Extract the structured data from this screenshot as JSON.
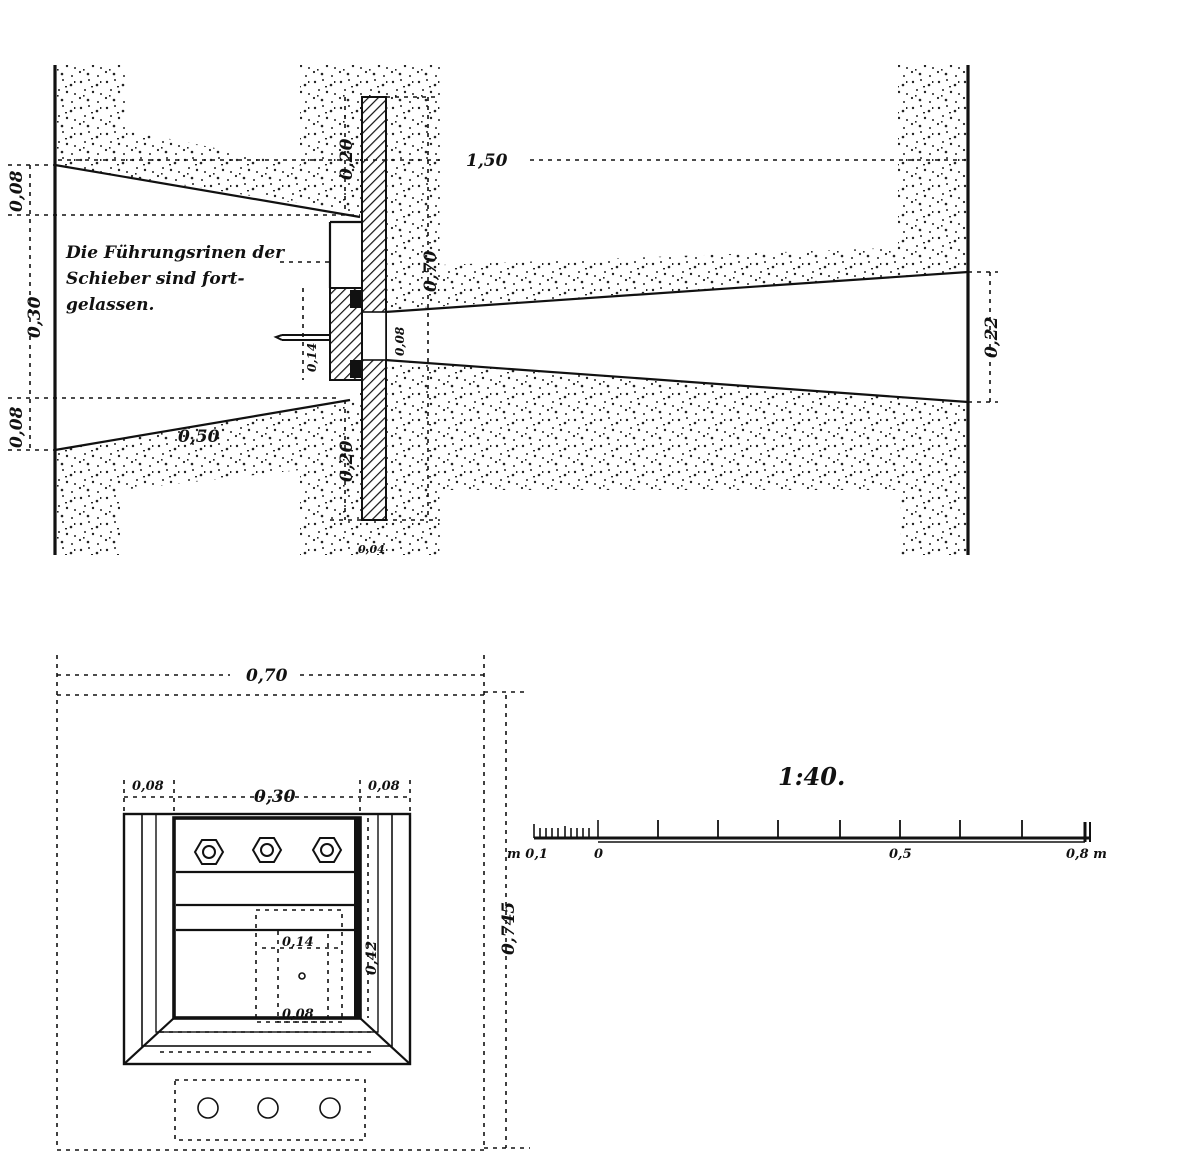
{
  "elevation": {
    "dimensions": {
      "total_length": "1,50",
      "top_offset": "0,08",
      "opening_height": "0,30",
      "bottom_offset": "0,08",
      "bottom_length": "0,50",
      "upper_plate": "0,20",
      "plate_height": "0,70",
      "slot": "0,08",
      "lower_plate": "0,20",
      "plate_thickness": "0,04",
      "block_height": "0,14",
      "right_outlet": "0,22"
    },
    "note_lines": [
      "Die Führungsrinen der",
      "Schieber sind fort-",
      "gelassen."
    ]
  },
  "plan": {
    "dimensions": {
      "outer_width": "0,70",
      "left_frame": "0,08",
      "inner_width": "0,30",
      "right_frame": "0,08",
      "overall_height": "0,745",
      "inner_height": "0,42",
      "block_width": "0,14",
      "block_depth": "0,08"
    }
  },
  "scale": {
    "title": "1:40.",
    "labels": {
      "left": "m 0,1",
      "zero": "0",
      "mid": "0,5",
      "end": "0,8 m"
    }
  }
}
